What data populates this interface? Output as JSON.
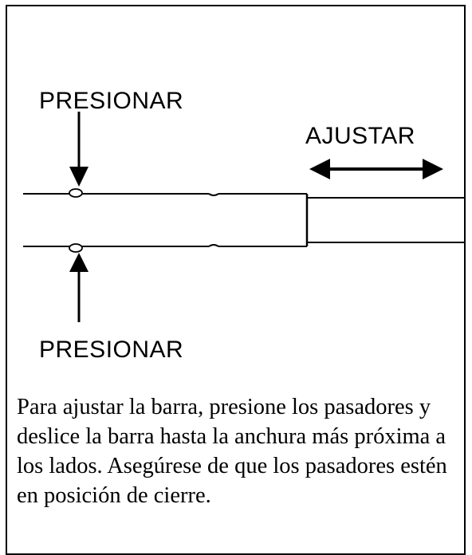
{
  "labels": {
    "press_top": "PRESIONAR",
    "press_bottom": "PRESIONAR",
    "adjust": "AJUSTAR"
  },
  "instruction": "Para ajustar la barra, presione los pasadores y deslice la barra hasta la anchura más próxima a los lados. Asegúrese de que los pasadores estén en posición de cierre.",
  "colors": {
    "ink": "#000000",
    "paper": "#ffffff"
  }
}
